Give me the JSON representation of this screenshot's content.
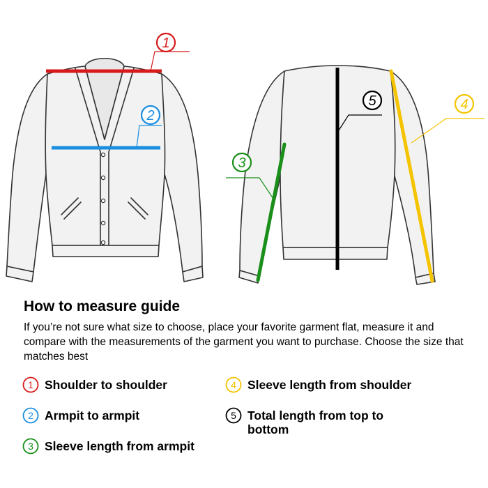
{
  "guide": {
    "title": "How to measure guide",
    "description": "If you’re not sure what size to choose, place your favorite garment flat, measure it and compare with the measurements of the garment you want to purchase. Choose the size that matches best"
  },
  "colors": {
    "shoulder": "#d71a1a",
    "armpit": "#1a8ee0",
    "sleeve_armpit": "#1a8f1a",
    "sleeve_shoulder": "#f5c400",
    "total_length": "#000000",
    "garment_outline": "#333333"
  },
  "markers": [
    {
      "number": "1",
      "color": "#d71a1a"
    },
    {
      "number": "2",
      "color": "#1a8ee0"
    },
    {
      "number": "3",
      "color": "#1a8f1a"
    },
    {
      "number": "4",
      "color": "#f5c400"
    },
    {
      "number": "5",
      "color": "#000000"
    }
  ],
  "legend": [
    {
      "number": "1",
      "label": "Shoulder to shoulder",
      "color": "#d71a1a"
    },
    {
      "number": "4",
      "label": "Sleeve length from shoulder",
      "color": "#f5c400"
    },
    {
      "number": "2",
      "label": "Armpit to armpit",
      "color": "#1a8ee0"
    },
    {
      "number": "5",
      "label": "Total length from top to bottom",
      "color": "#000000"
    },
    {
      "number": "3",
      "label": "Sleeve length from armpit",
      "color": "#1a8f1a"
    }
  ]
}
